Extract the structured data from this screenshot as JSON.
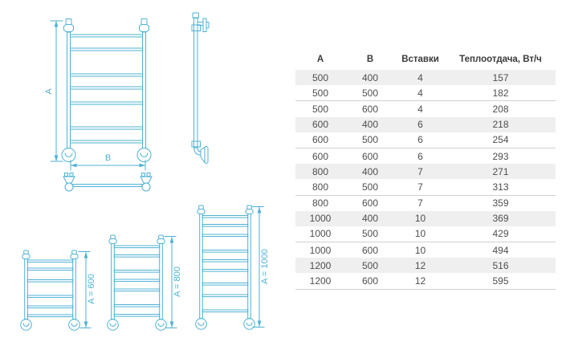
{
  "diagram": {
    "stroke_color": "#4fb1d4",
    "front_view": {
      "dim_height_label": "A",
      "dim_width_label": "B"
    },
    "variants": [
      {
        "label": "A = 600"
      },
      {
        "label": "A = 800"
      },
      {
        "label": "A = 1000"
      }
    ]
  },
  "table": {
    "stripe_color": "#efefef",
    "rule_color": "#d0d0d0",
    "headers": [
      "А",
      "В",
      "Вставки",
      "Теплоотдача, Вт/ч"
    ],
    "rows": [
      [
        "500",
        "400",
        "4",
        "157"
      ],
      [
        "500",
        "500",
        "4",
        "182"
      ],
      [
        "500",
        "600",
        "4",
        "208"
      ],
      [
        "600",
        "400",
        "6",
        "218"
      ],
      [
        "600",
        "500",
        "6",
        "254"
      ],
      [
        "600",
        "600",
        "6",
        "293"
      ],
      [
        "800",
        "400",
        "7",
        "271"
      ],
      [
        "800",
        "500",
        "7",
        "313"
      ],
      [
        "800",
        "600",
        "7",
        "359"
      ],
      [
        "1000",
        "400",
        "10",
        "369"
      ],
      [
        "1000",
        "500",
        "10",
        "429"
      ],
      [
        "1000",
        "600",
        "10",
        "494"
      ],
      [
        "1200",
        "500",
        "12",
        "516"
      ],
      [
        "1200",
        "600",
        "12",
        "595"
      ]
    ]
  }
}
